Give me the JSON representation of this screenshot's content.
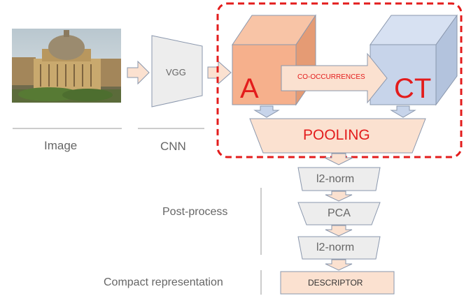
{
  "labels": {
    "image": "Image",
    "cnn": "CNN",
    "vgg": "VGG",
    "cube_a": "A",
    "cube_ct": "CT",
    "cooccurrences": "CO-OCCURRENCES",
    "pooling": "POOLING",
    "l2norm_1": "l2-norm",
    "pca": "PCA",
    "l2norm_2": "l2-norm",
    "descriptor": "DESCRIPTOR",
    "post_process": "Post-process",
    "compact_representation": "Compact representation"
  },
  "colors": {
    "highlight_red": "#e31c1c",
    "cube_a_front": "#f6b08c",
    "cube_a_top": "#f8c4a6",
    "cube_a_side": "#e59b74",
    "cube_ct_front": "#c7d4ea",
    "cube_ct_top": "#d7e1f2",
    "cube_ct_side": "#b3c3dd",
    "peach_fill": "#fbe1d0",
    "gray_fill": "#ededed",
    "outline": "#8a97ad",
    "text_gray": "#666666"
  }
}
